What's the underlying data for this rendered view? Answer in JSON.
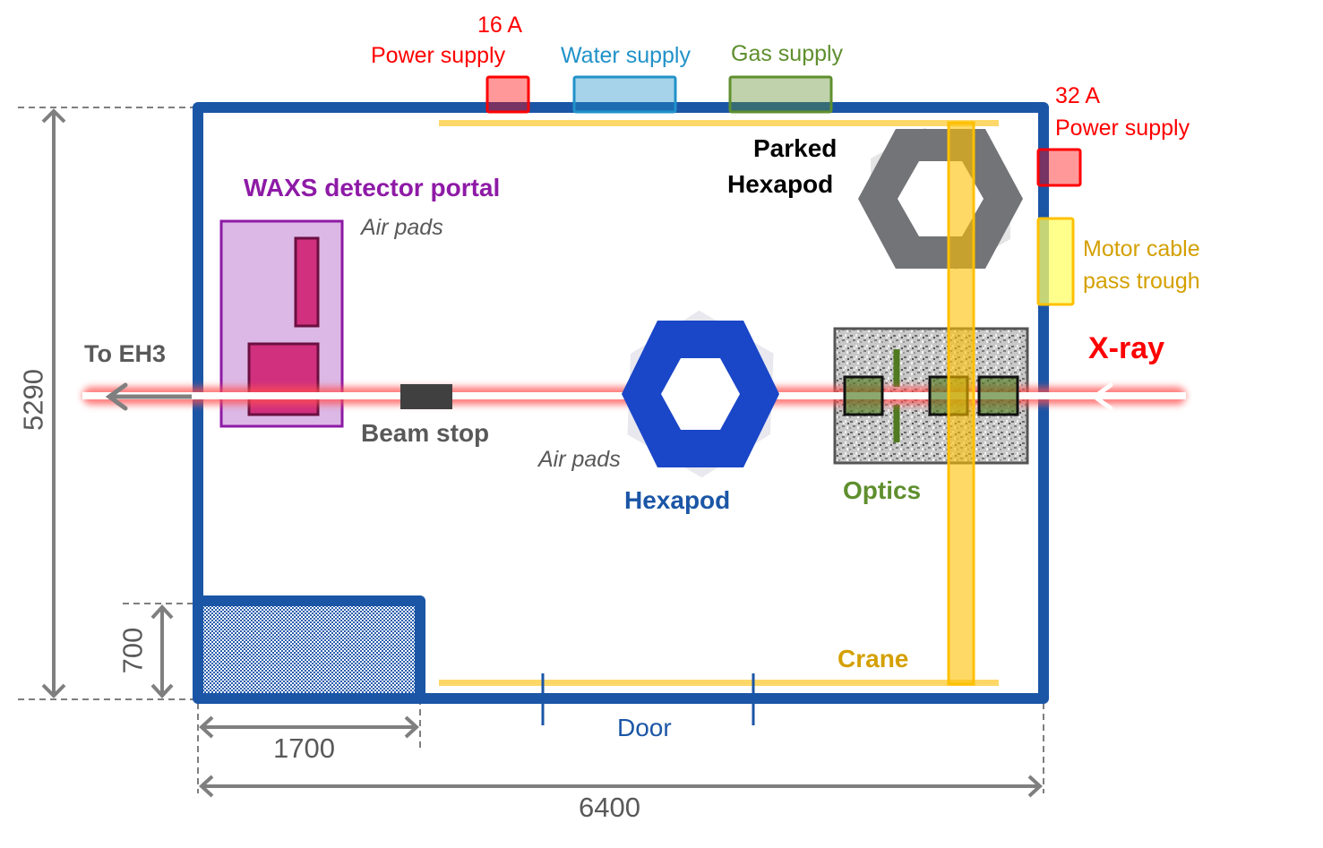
{
  "diagram": {
    "title": "Experimental hutch layout",
    "colors": {
      "wall": "#1b56a6",
      "crane": "#ffc000",
      "crane_rail": "#fdd868",
      "power": "#ff0000",
      "water": "#2192c9",
      "gas": "#5f8f2e",
      "waxs": "#8e1aa6",
      "airpad": "#d0307e",
      "hexapod": "#1a46c8",
      "parked_hexapod": "#737478",
      "xray": "#ff0000",
      "dimension": "#7f7f7f",
      "label_gray": "#595959",
      "motor_cable": "#d4a000"
    },
    "labels": {
      "power_16": {
        "amp": "16 A",
        "name": "Power supply"
      },
      "water": "Water supply",
      "gas": "Gas supply",
      "power_32": {
        "amp": "32 A",
        "name": "Power supply"
      },
      "parked_hexapod": {
        "line1": "Parked",
        "line2": "Hexapod"
      },
      "motor_cable": {
        "line1": "Motor cable",
        "line2": "pass trough"
      },
      "waxs": "WAXS detector portal",
      "air_pads_waxs": "Air pads",
      "air_pads_hexapod": "Air pads",
      "to_eh3": "To EH3",
      "xray": "X-ray",
      "beam_stop": "Beam stop",
      "hexapod": "Hexapod",
      "optics": "Optics",
      "crane": "Crane",
      "door": "Door"
    },
    "dimensions": {
      "height": "5290",
      "width": "6400",
      "corner_width": "1700",
      "corner_height": "700"
    }
  }
}
